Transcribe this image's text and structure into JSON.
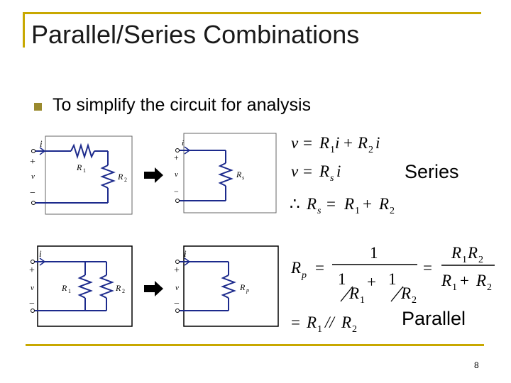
{
  "slide": {
    "title": "Parallel/Series Combinations",
    "bullet": "To simplify the circuit for analysis",
    "series_label": "Series",
    "parallel_label": "Parallel",
    "page_number": "8"
  },
  "circuits": {
    "series_orig": {
      "i": "i",
      "plus": "+",
      "v": "v",
      "minus": "−",
      "r1": "R",
      "r1_sub": "1",
      "r2": "R",
      "r2_sub": "2"
    },
    "series_equiv": {
      "i": "i",
      "plus": "+",
      "v": "v",
      "minus": "−",
      "r": "R",
      "r_sub": "s"
    },
    "parallel_orig": {
      "i": "i",
      "plus": "+",
      "v": "v",
      "minus": "−",
      "r1": "R",
      "r1_sub": "1",
      "r2": "R",
      "r2_sub": "2"
    },
    "parallel_equiv": {
      "i": "i",
      "plus": "+",
      "v": "v",
      "minus": "−",
      "r": "R",
      "r_sub": "p"
    }
  },
  "equations": {
    "series": {
      "eq1": {
        "v": "v",
        "eq": "=",
        "r1": "R",
        "s1": "1",
        "i1": "i",
        "plus": "+",
        "r2": "R",
        "s2": "2",
        "i2": "i"
      },
      "eq2": {
        "v": "v",
        "eq": "=",
        "r": "R",
        "s": "s",
        "i": "i"
      },
      "eq3": {
        "therefore": "∴",
        "r": "R",
        "s": "s",
        "eq": "=",
        "r1": "R",
        "s1": "1",
        "plus": "+",
        "r2": "R",
        "s2": "2"
      }
    },
    "parallel": {
      "lhs": "R",
      "lhs_sub": "p",
      "eq1": "=",
      "one_top": "1",
      "one_a": "1",
      "r1": "R",
      "s1": "1",
      "plus": "+",
      "one_b": "1",
      "r2": "R",
      "s2": "2",
      "eq2": "=",
      "num_r1": "R",
      "num_s1": "1",
      "num_r2": "R",
      "num_s2": "2",
      "den_r1": "R",
      "den_s1": "1",
      "den_plus": "+",
      "den_r2": "R",
      "den_s2": "2",
      "eq3": "=",
      "res_r1": "R",
      "res_s1": "1",
      "par": "//",
      "res_r2": "R",
      "res_s2": "2"
    }
  }
}
